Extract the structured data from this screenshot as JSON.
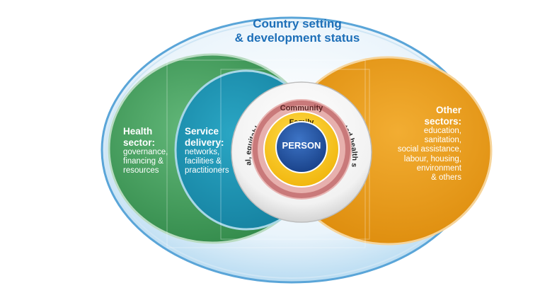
{
  "title_lines": [
    "Country setting",
    "& development status"
  ],
  "health_sector": {
    "heading": [
      "Health",
      "sector:"
    ],
    "details": [
      "governance,",
      "financing &",
      "resources"
    ]
  },
  "service_delivery": {
    "heading": [
      "Service",
      "delivery:"
    ],
    "details": [
      "networks,",
      "facilities &",
      "practitioners"
    ]
  },
  "other_sectors": {
    "heading": [
      "Other",
      "sectors:"
    ],
    "details": [
      "education,",
      "sanitation,",
      "social assistance,",
      "labour, housing,",
      "environment",
      "& others"
    ]
  },
  "ring_text": "Universal, equitable, people-centred & integrated health services",
  "community": "Community",
  "family": "Family",
  "person": "PERSON",
  "colors": {
    "outer": "#5aa5d8",
    "health": "#3f9a5a",
    "service": "#1b92b2",
    "other": "#e89a12",
    "community": "#c9797a",
    "family": "#f7c414",
    "person": "#1f4f9e",
    "title": "#1d6fb8"
  }
}
